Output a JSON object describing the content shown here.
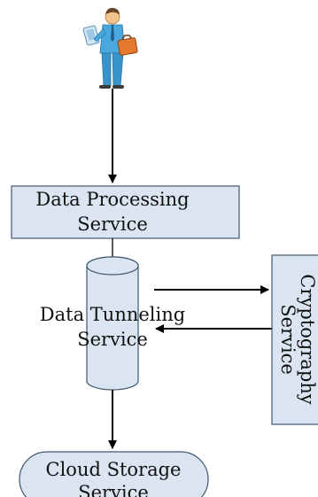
{
  "diagram": {
    "nodes": {
      "data_processing": {
        "line1": "Data Processing",
        "line2": "Service"
      },
      "data_tunneling": {
        "line1": "Data Tunneling",
        "line2": "Service"
      },
      "cryptography": {
        "line1": "Cryptography",
        "line2": "Service"
      },
      "cloud_storage": {
        "line1": "Cloud Storage",
        "line2": "Service"
      }
    },
    "actor": {
      "icon": "business-user-icon"
    },
    "colors": {
      "box_fill": "#dbe5f1",
      "box_stroke": "#3f5870",
      "arrow": "#000000"
    }
  }
}
